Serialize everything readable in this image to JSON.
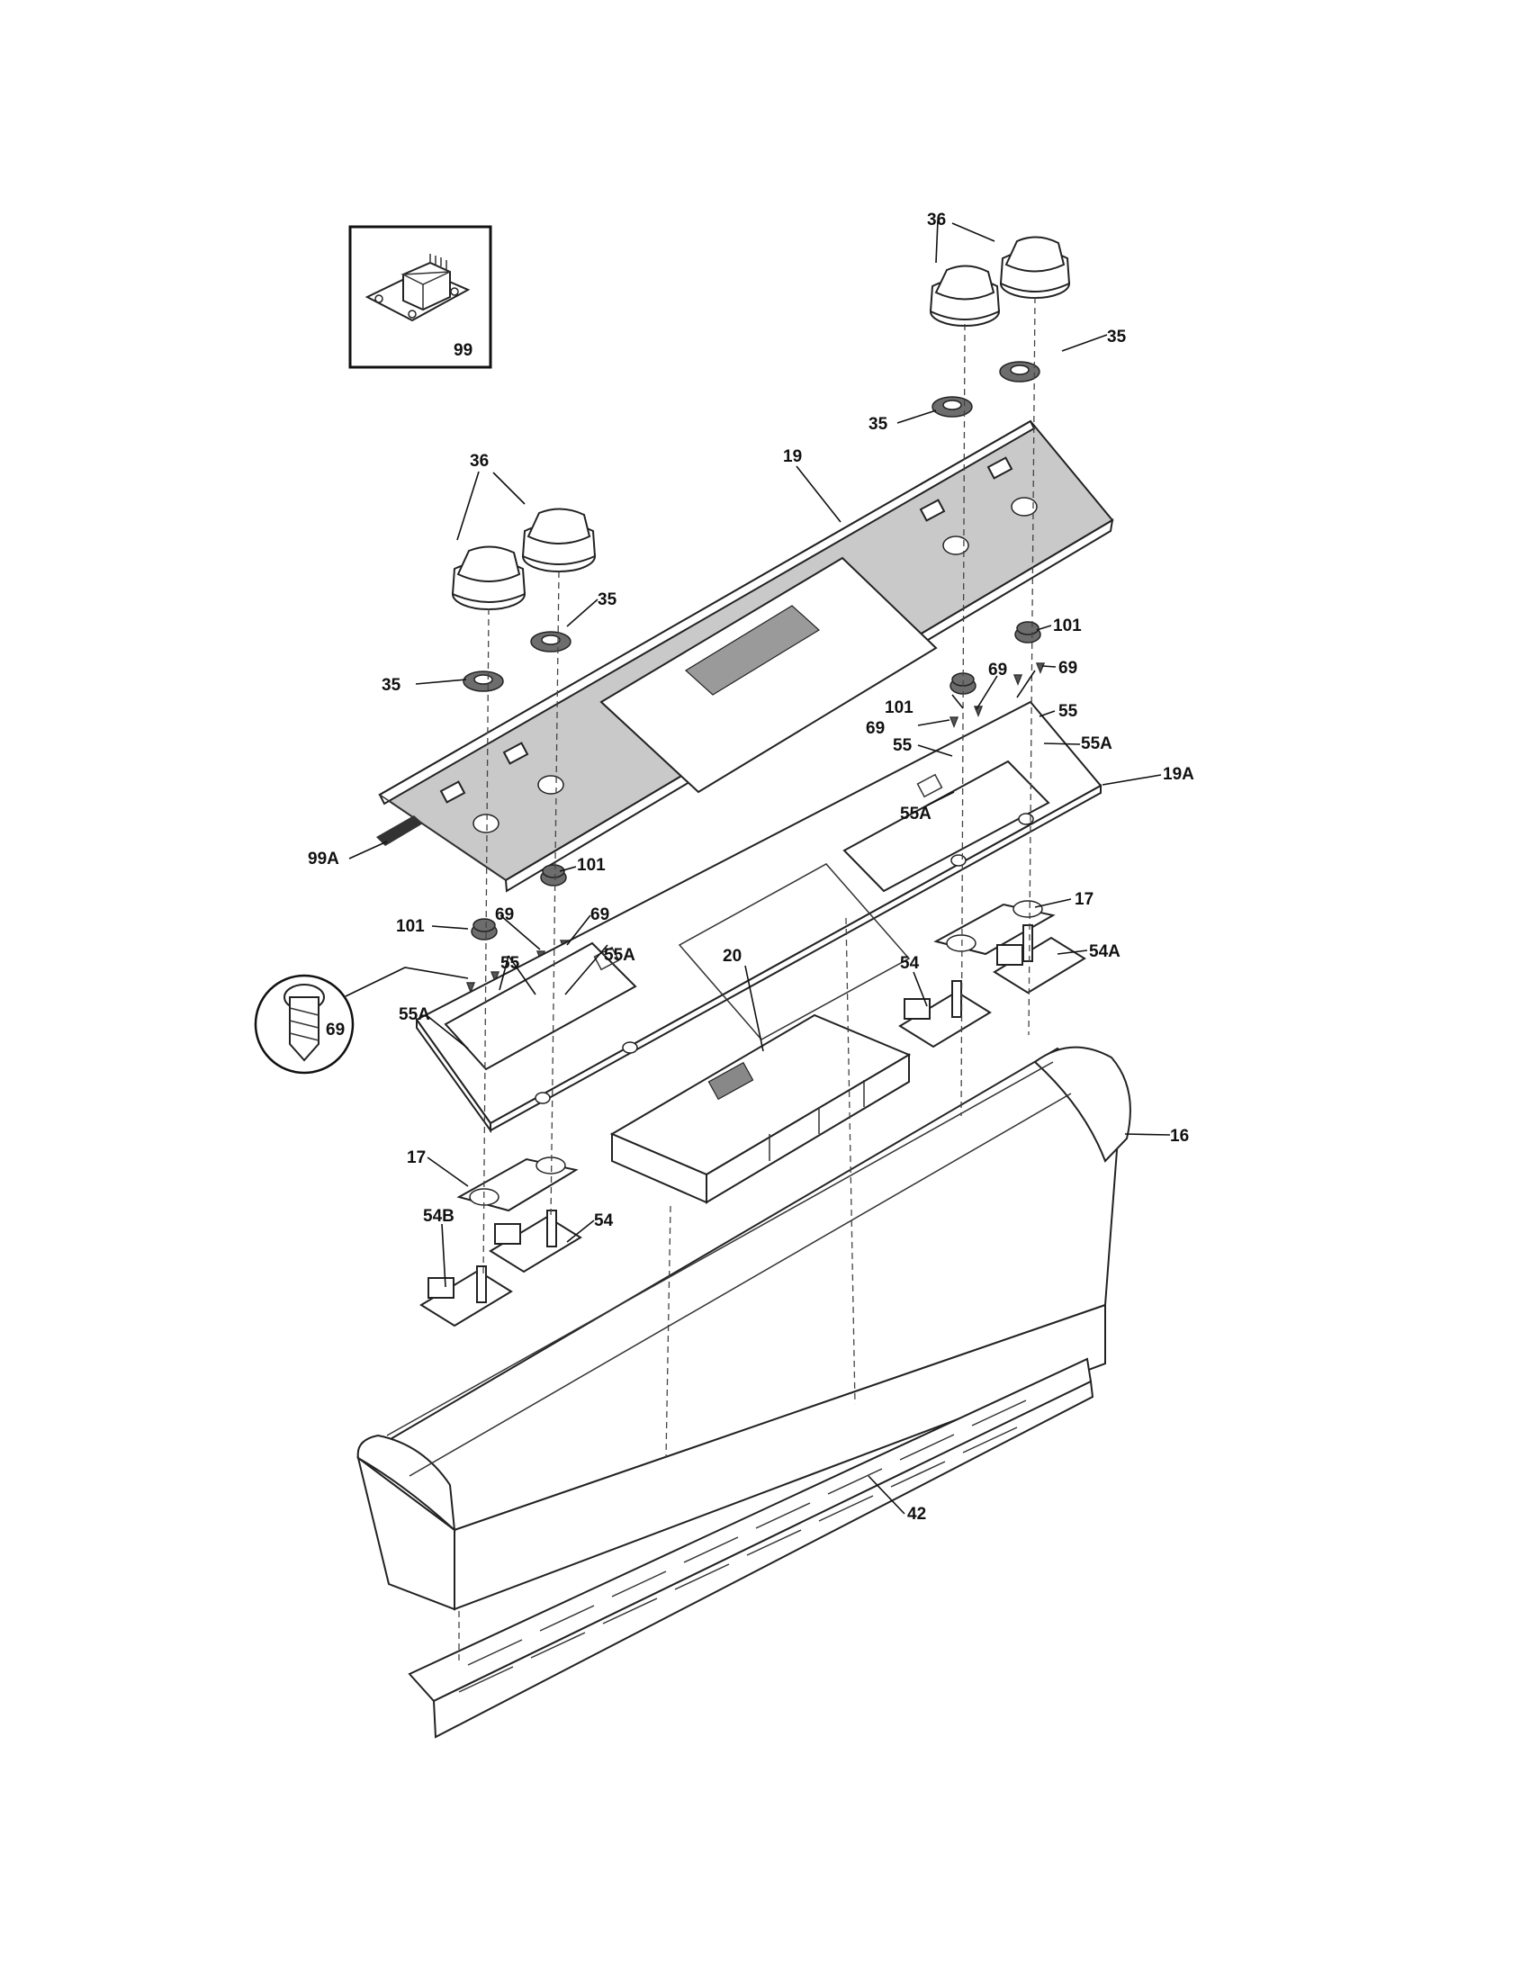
{
  "callouts": {
    "c16": "16",
    "c17a": "17",
    "c17b": "17",
    "c19": "19",
    "c19a": "19A",
    "c20": "20",
    "c35a": "35",
    "c35b": "35",
    "c35c": "35",
    "c35d": "35",
    "c36a": "36",
    "c36b": "36",
    "c42": "42",
    "c54a": "54",
    "c54b": "54",
    "c54A": "54A",
    "c54B": "54B",
    "c55a": "55",
    "c55b": "55",
    "c55c": "55",
    "c55Aa": "55A",
    "c55Ab": "55A",
    "c55Ac": "55A",
    "c55Ad": "55A",
    "c69a": "69",
    "c69b": "69",
    "c69c": "69",
    "c69d": "69",
    "c69e": "69",
    "c69f": "69",
    "c99": "99",
    "c99A": "99A",
    "c101a": "101",
    "c101b": "101",
    "c101c": "101",
    "c101d": "101"
  }
}
